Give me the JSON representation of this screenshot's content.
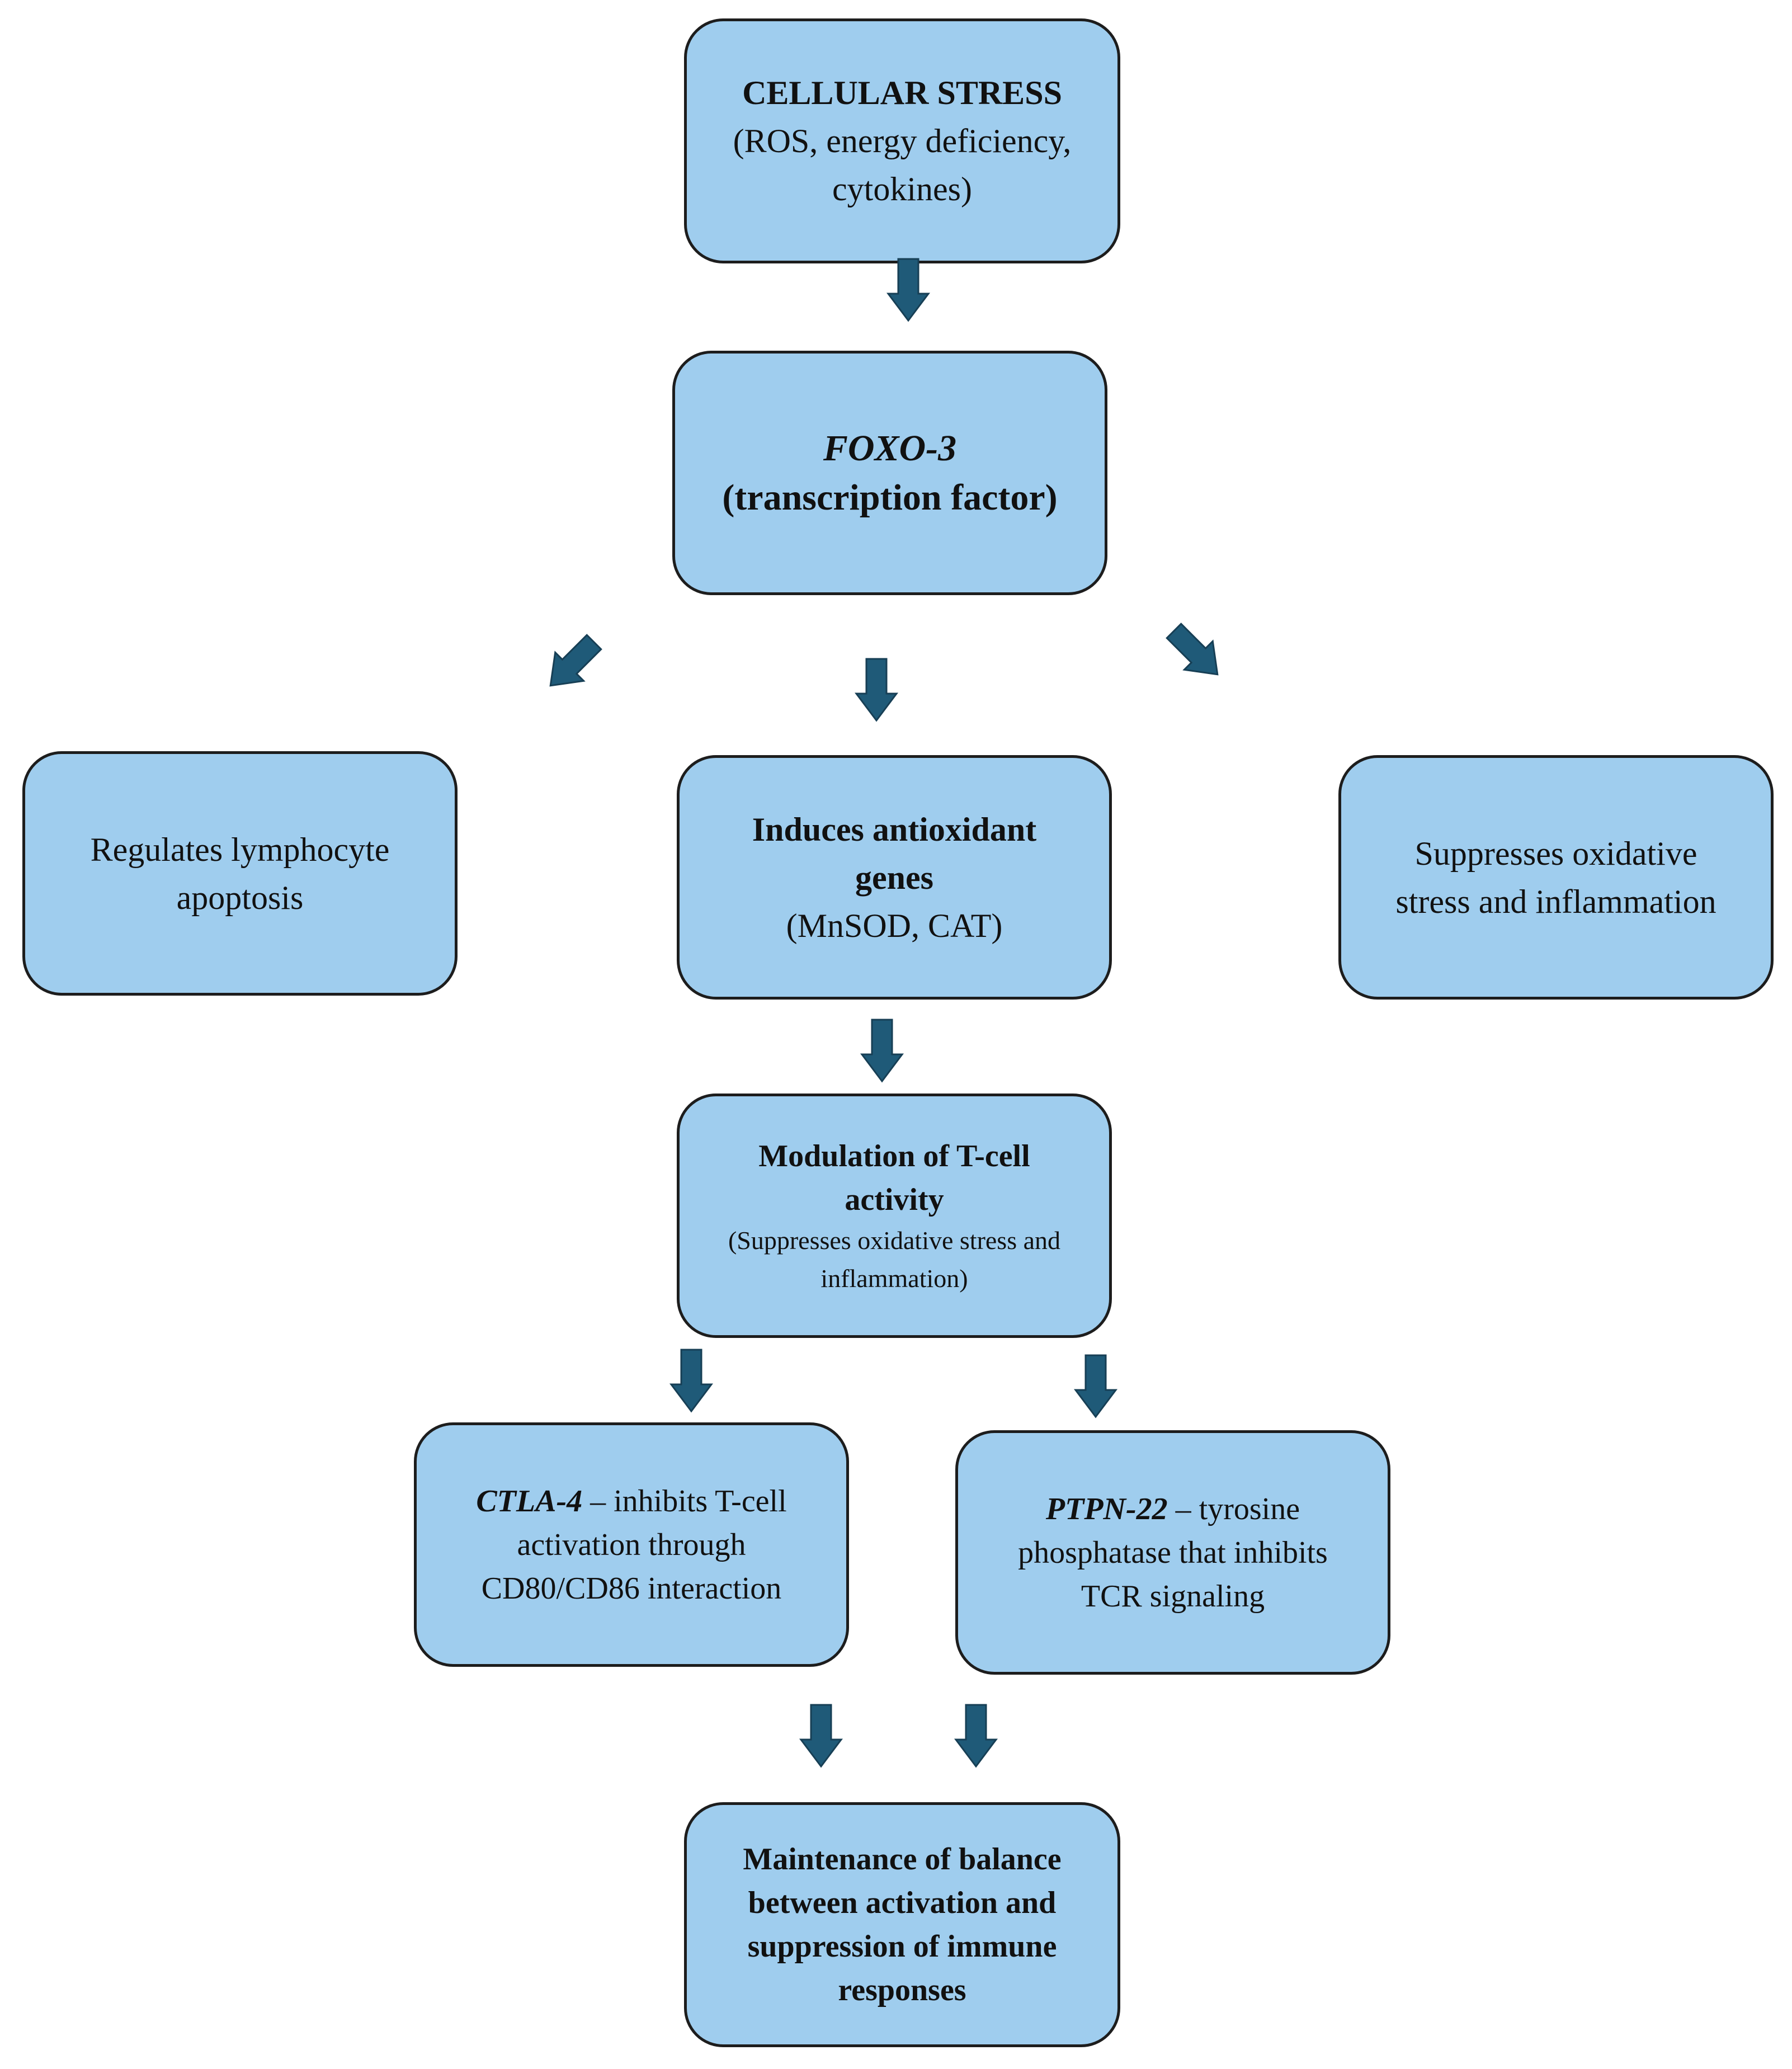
{
  "nodes": {
    "stress": {
      "title": "CELLULAR STRESS",
      "detail": "(ROS, energy deficiency, cytokines)"
    },
    "foxo": {
      "gene": "FOXO-3",
      "role": "(transcription factor)"
    },
    "apoptosis": {
      "text": "Regulates lymphocyte apoptosis"
    },
    "antioxidant": {
      "title": "Induces antioxidant genes",
      "detail": "(MnSOD, CAT)"
    },
    "suppress": {
      "text": "Suppresses oxidative stress and inflammation"
    },
    "tcell": {
      "title": "Modulation of T-cell activity",
      "detail": "(Suppresses oxidative stress and inflammation)"
    },
    "ctla4": {
      "gene": "CTLA-4",
      "text": " – inhibits T-cell activation through CD80/CD86 interaction"
    },
    "ptpn22": {
      "gene": "PTPN-22",
      "text": " – tyrosine phosphatase that inhibits TCR signaling"
    },
    "balance": {
      "title": "Maintenance of balance between activation and suppression of immune responses"
    }
  },
  "colors": {
    "box_fill": "#9fcdee",
    "box_border": "#1d1d1d",
    "arrow_fill": "#1f5a78"
  }
}
